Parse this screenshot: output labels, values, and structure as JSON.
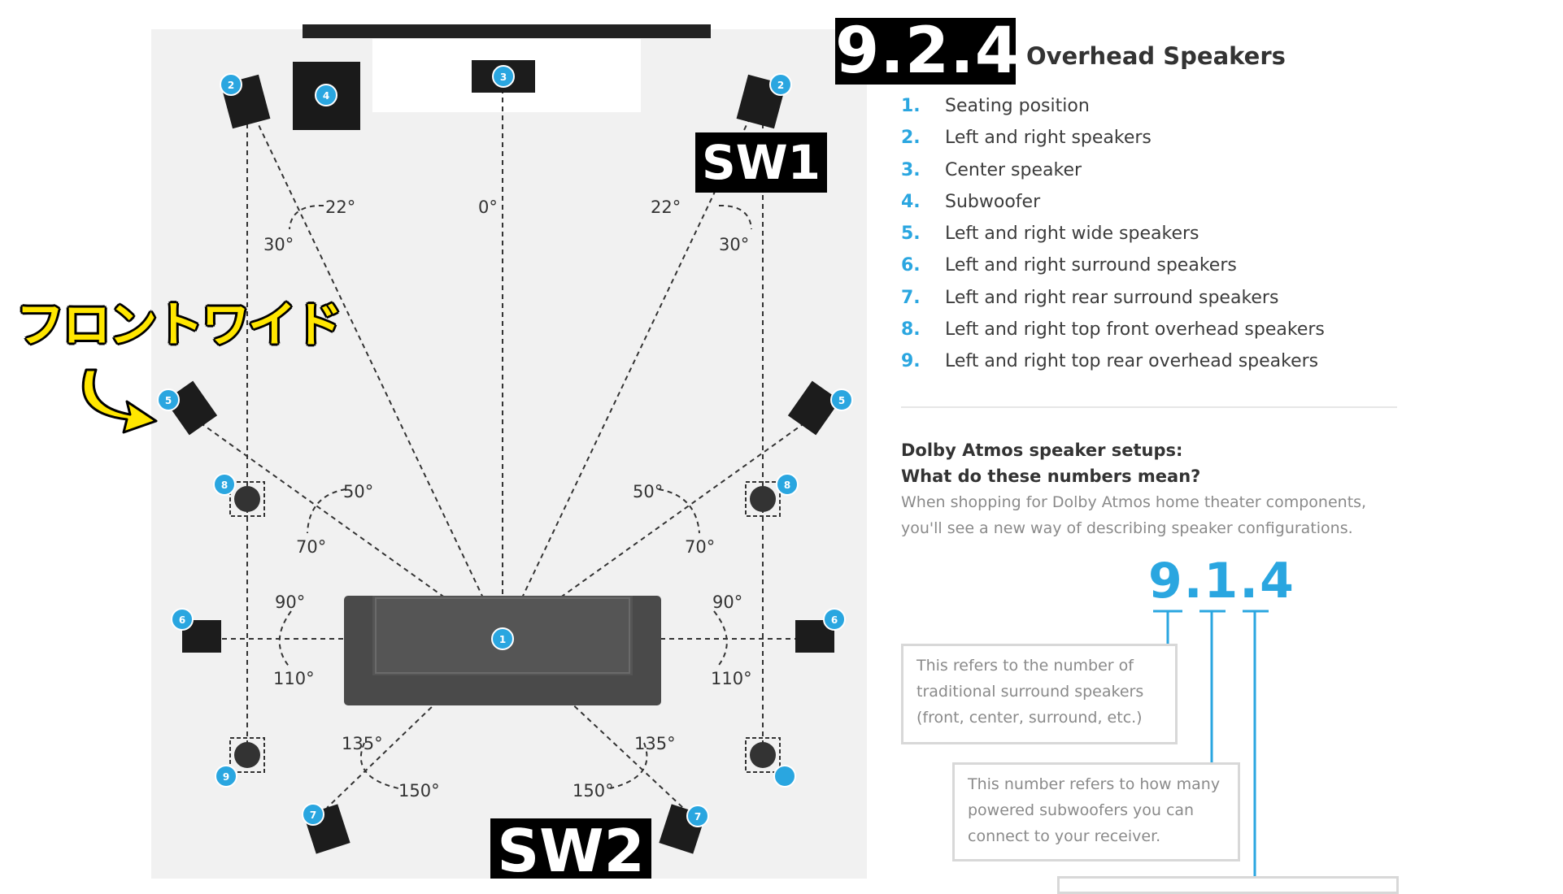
{
  "title": {
    "config": "9.2.4",
    "subtitle": "Overhead Speakers"
  },
  "legend": [
    {
      "num": "1.",
      "label": "Seating position"
    },
    {
      "num": "2.",
      "label": "Left and right speakers"
    },
    {
      "num": "3.",
      "label": "Center speaker"
    },
    {
      "num": "4.",
      "label": "Subwoofer"
    },
    {
      "num": "5.",
      "label": "Left and right wide speakers"
    },
    {
      "num": "6.",
      "label": "Left and right surround speakers"
    },
    {
      "num": "7.",
      "label": "Left and right rear surround speakers"
    },
    {
      "num": "8.",
      "label": "Left and right top front overhead speakers"
    },
    {
      "num": "9.",
      "label": "Left and right top rear overhead speakers"
    }
  ],
  "explainer": {
    "heading1": "Dolby Atmos speaker setups:",
    "heading2": "What do these numbers mean?",
    "intro1": "When shopping for Dolby Atmos home theater components,",
    "intro2": "you'll see a new way of describing speaker configurations.",
    "big_number": "9.1.4",
    "box1": [
      "This refers to the number of",
      "traditional surround speakers",
      "(front, center, surround, etc.)"
    ],
    "box2": [
      "This number refers to how many",
      "powered subwoofers you can",
      "connect to your receiver."
    ]
  },
  "annotations": {
    "sw1": "SW1",
    "sw2": "SW2",
    "front_wide": "フロントワイド"
  },
  "angles": {
    "a0": "0°",
    "a22l": "22°",
    "a30l": "30°",
    "a22r": "22°",
    "a30r": "30°",
    "a50l": "50°",
    "a70l": "70°",
    "a50r": "50°",
    "a70r": "70°",
    "a90l": "90°",
    "a110l": "110°",
    "a90r": "90°",
    "a110r": "110°",
    "a135l": "135°",
    "a150l": "150°",
    "a135r": "135°",
    "a150r": "150°"
  },
  "markers": {
    "m1": "1",
    "m2l": "2",
    "m2r": "2",
    "m3": "3",
    "m4": "4",
    "m5l": "5",
    "m5r": "5",
    "m6l": "6",
    "m6r": "6",
    "m7l": "7",
    "m7r": "7",
    "m8l": "8",
    "m8r": "8",
    "m9l": "9"
  },
  "colors": {
    "accent": "#2aa6e0",
    "highlight": "#ffe600",
    "speaker": "#1c1c1c",
    "sofa": "#4a4a4a"
  }
}
